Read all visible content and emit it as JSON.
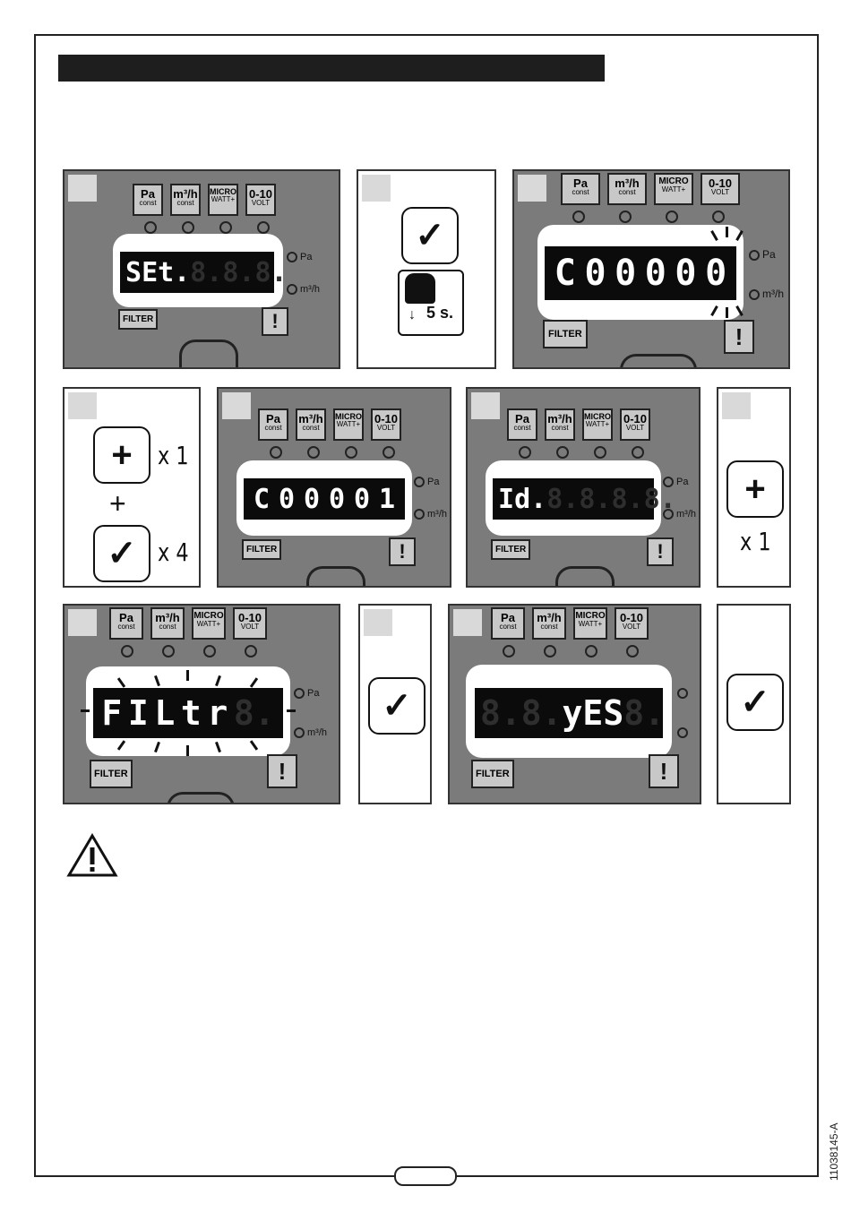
{
  "doc_code": "11038145-A",
  "modes": [
    {
      "top": "Pa",
      "bottom": "const"
    },
    {
      "top": "m³/h",
      "bottom": "const"
    },
    {
      "top": "MICRO",
      "bottom": "WATT+"
    },
    {
      "top": "0-10",
      "bottom": "VOLT"
    }
  ],
  "indicators": {
    "pa": "Pa",
    "m3h": "m³/h"
  },
  "filter_label": "FILTER",
  "alarm_symbol": "!",
  "hold_label": "5 s.",
  "displays": {
    "step1": [
      "S",
      "E",
      "t.",
      "8.",
      "8.",
      "8."
    ],
    "step3": [
      "C",
      "0",
      "0",
      "0",
      "0",
      "0"
    ],
    "step5": [
      "C",
      "0",
      "0",
      "0",
      "0",
      "1"
    ],
    "step6": [
      "I",
      "d.",
      "8.",
      "8.",
      "8.",
      "8."
    ],
    "step8": [
      "F",
      "I",
      "L",
      "t",
      "r",
      "8."
    ],
    "step10": [
      "8.",
      "8.",
      "y",
      "E",
      "S",
      "8."
    ]
  },
  "multipliers": {
    "plus_x1": "x 1",
    "check_x4": "x 4",
    "plus_only_x1": "x 1"
  },
  "separator_plus": "+",
  "icons": {
    "plus": "plus-icon",
    "check": "check-icon",
    "warning": "warning-icon"
  }
}
